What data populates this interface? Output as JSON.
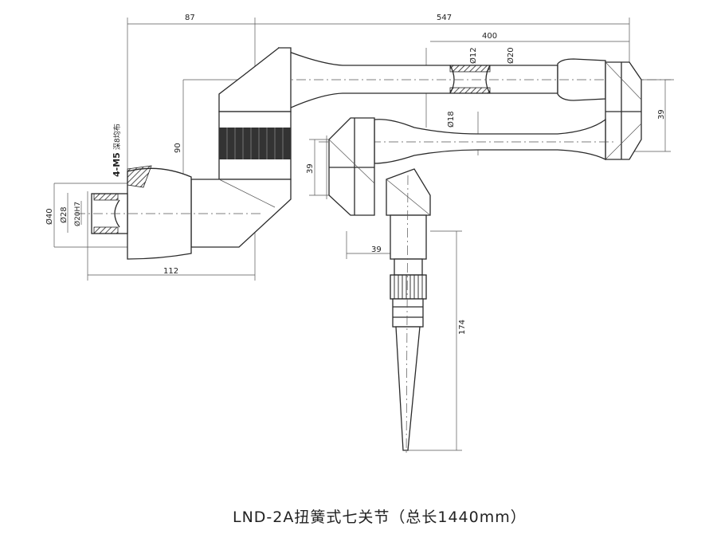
{
  "title": "LND-2A扭簧式七关节（总长1440mm）",
  "dimensions": {
    "d87": "87",
    "d547": "547",
    "d400": "400",
    "d90": "90",
    "d39_right": "39",
    "d39_left": "39",
    "d39_bottom": "39",
    "d174": "174",
    "d112": "112",
    "phi12": "Ø12",
    "phi20": "Ø20",
    "phi18": "Ø18",
    "phi40": "Ø40",
    "phi28": "Ø28",
    "phi20h7": "Ø20H7"
  },
  "notes": {
    "thread": "4-M5",
    "thread_detail": "深8均布"
  }
}
